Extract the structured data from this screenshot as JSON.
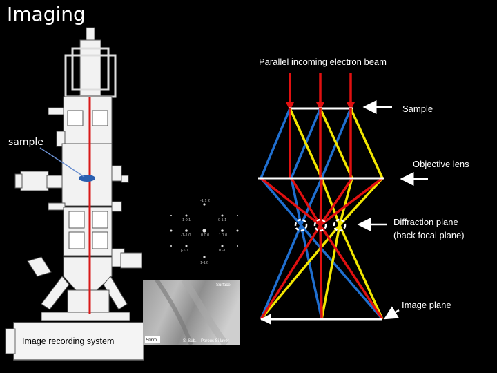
{
  "title": "Imaging",
  "microscope": {
    "sample_label": "sample",
    "image_recording_label": "Image recording system"
  },
  "diffraction_pattern": {
    "spots": [
      "-1 1 2",
      "1 0 1",
      "0 1 1",
      "-1-1 0",
      "0 0 0",
      "1 1 0",
      "[-1-1",
      "10-1",
      "1-12"
    ]
  },
  "micrograph": {
    "surface_label": "Surface",
    "substrate_label": "Si-Sub.",
    "porous_label": "Porous Si layer",
    "scale_bar_label": "50nm"
  },
  "ray_diagram": {
    "beam_label": "Parallel incoming electron beam",
    "sample_label": "Sample",
    "objective_lens_label": "Objective lens",
    "diffraction_plane_label_1": "Diffraction plane",
    "diffraction_plane_label_2": "(back focal plane)",
    "image_plane_label": "Image plane",
    "colors": {
      "beam": "#e01010",
      "ray_left": "#1f6fd0",
      "ray_right": "#f2e600",
      "plane": "#ffffff"
    }
  }
}
